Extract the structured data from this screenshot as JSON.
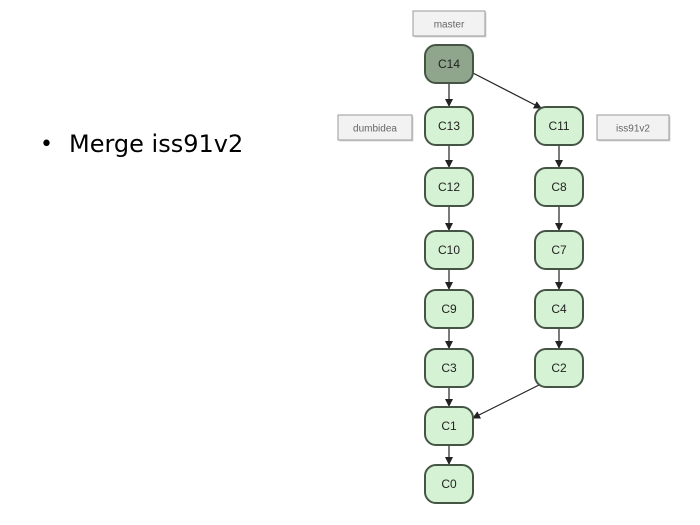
{
  "bullet": {
    "marker": "•",
    "text": "Merge iss91v2"
  },
  "colors": {
    "commit_fill": "#d6f2d4",
    "commit_stroke": "#445544",
    "head_fill": "#8fa68d",
    "branch_fill": "#f2f2f2",
    "branch_stroke": "#999999",
    "arrow": "#222222"
  },
  "commits": [
    {
      "id": "C14",
      "head": true
    },
    {
      "id": "C13"
    },
    {
      "id": "C12"
    },
    {
      "id": "C10"
    },
    {
      "id": "C9"
    },
    {
      "id": "C3"
    },
    {
      "id": "C1"
    },
    {
      "id": "C0"
    },
    {
      "id": "C11"
    },
    {
      "id": "C8"
    },
    {
      "id": "C7"
    },
    {
      "id": "C4"
    },
    {
      "id": "C2"
    }
  ],
  "edges": [
    [
      "C14",
      "C13"
    ],
    [
      "C14",
      "C11"
    ],
    [
      "C13",
      "C12"
    ],
    [
      "C12",
      "C10"
    ],
    [
      "C10",
      "C9"
    ],
    [
      "C9",
      "C3"
    ],
    [
      "C3",
      "C1"
    ],
    [
      "C1",
      "C0"
    ],
    [
      "C11",
      "C8"
    ],
    [
      "C8",
      "C7"
    ],
    [
      "C7",
      "C4"
    ],
    [
      "C4",
      "C2"
    ],
    [
      "C2",
      "C1"
    ]
  ],
  "branches": [
    {
      "name": "master",
      "target": "C14"
    },
    {
      "name": "dumbidea",
      "target": "C13"
    },
    {
      "name": "iss91v2",
      "target": "C11"
    }
  ]
}
